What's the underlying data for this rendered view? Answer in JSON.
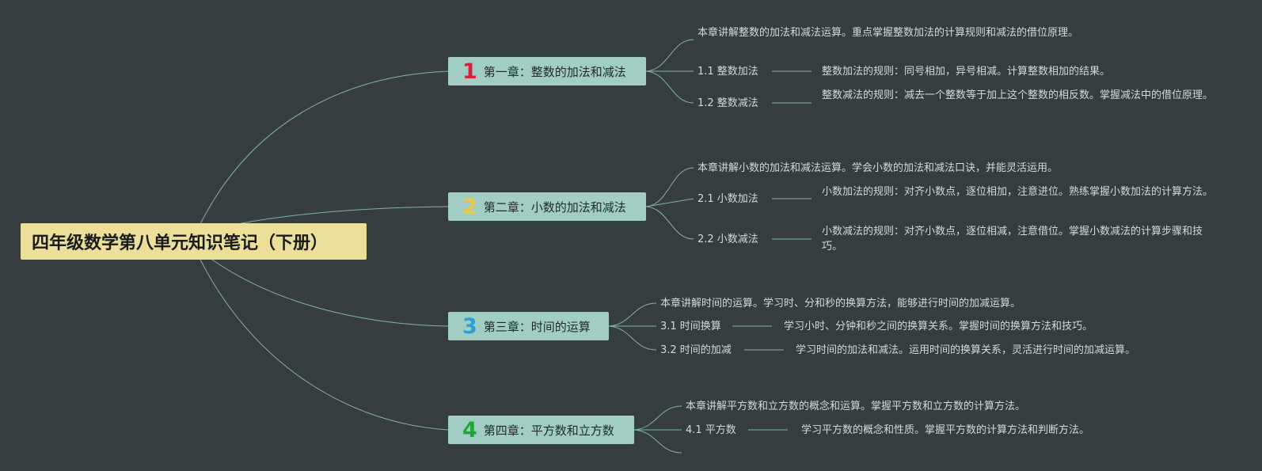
{
  "root": {
    "title": "四年级数学第八单元知识笔记（下册）"
  },
  "colors": {
    "background": "#353d40",
    "root_fill": "#ebdf99",
    "chapter_fill": "#a2cdc4",
    "edge": "#7fb3ab",
    "num1": "#d4213d",
    "num2": "#f0c93a",
    "num3": "#2a9fdc",
    "num4": "#22a43a"
  },
  "chapters": [
    {
      "num": "1",
      "title": "第一章：整数的加法和减法",
      "summary": "本章讲解整数的加法和减法运算。重点掌握整数加法的计算规则和减法的借位原理。",
      "subs": [
        {
          "label": "1.1 整数加法",
          "detail": "整数加法的规则：同号相加，异号相减。计算整数相加的结果。"
        },
        {
          "label": "1.2 整数减法",
          "detail": "整数减法的规则：减去一个整数等于加上这个整数的相反数。掌握减法中的借位原理。"
        }
      ]
    },
    {
      "num": "2",
      "title": "第二章：小数的加法和减法",
      "summary": "本章讲解小数的加法和减法运算。学会小数的加法和减法口诀，并能灵活运用。",
      "subs": [
        {
          "label": "2.1 小数加法",
          "detail": "小数加法的规则：对齐小数点，逐位相加，注意进位。熟练掌握小数加法的计算方法。"
        },
        {
          "label": "2.2 小数减法",
          "detail": "小数减法的规则：对齐小数点，逐位相减，注意借位。掌握小数减法的计算步骤和技巧。"
        }
      ]
    },
    {
      "num": "3",
      "title": "第三章：时间的运算",
      "summary": "本章讲解时间的运算。学习时、分和秒的换算方法，能够进行时间的加减运算。",
      "subs": [
        {
          "label": "3.1 时间换算",
          "detail": "学习小时、分钟和秒之间的换算关系。掌握时间的换算方法和技巧。"
        },
        {
          "label": "3.2 时间的加减",
          "detail": "学习时间的加法和减法。运用时间的换算关系，灵活进行时间的加减运算。"
        }
      ]
    },
    {
      "num": "4",
      "title": "第四章：平方数和立方数",
      "summary": "本章讲解平方数和立方数的概念和运算。掌握平方数和立方数的计算方法。",
      "subs": [
        {
          "label": "4.1 平方数",
          "detail": "学习平方数的概念和性质。掌握平方数的计算方法和判断方法。"
        }
      ]
    }
  ]
}
